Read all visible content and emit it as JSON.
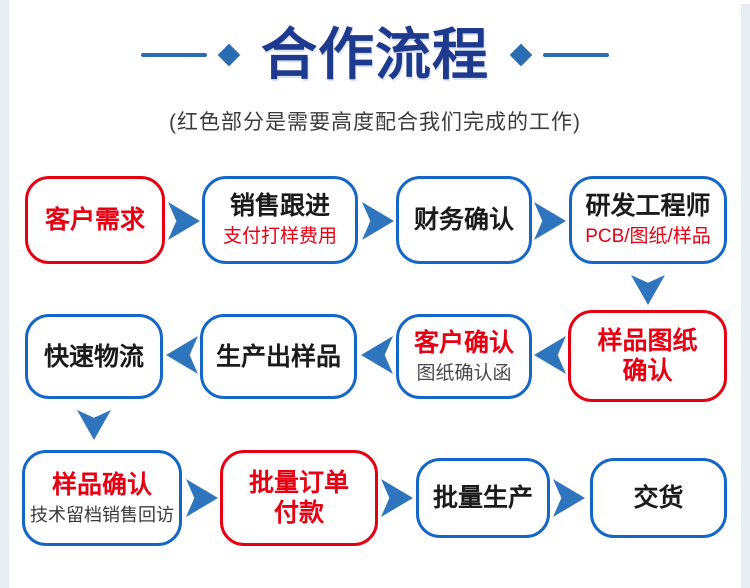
{
  "header": {
    "title": "合作流程",
    "subtitle": "(红色部分是需要高度配合我们完成的工作)"
  },
  "colors": {
    "title_navy": "#1e3a8f",
    "decoration_blue": "#2a6db3",
    "box_border_blue": "#1467c8",
    "accent_red": "#e60012",
    "arrow_blue": "#2e75bd",
    "text_dark": "#1b1b1b",
    "sub_gray": "#4a4a4a",
    "page_edge": "#e8ecf3"
  },
  "flow": {
    "row1": [
      {
        "label": "客户需求",
        "border": "red",
        "label_color": "red"
      },
      {
        "label": "销售跟进",
        "sub": "支付打样费用",
        "border": "blue",
        "label_color": "dark",
        "sub_color": "red"
      },
      {
        "label": "财务确认",
        "border": "blue",
        "label_color": "dark"
      },
      {
        "label": "研发工程师",
        "sub": "PCB/图纸/样品",
        "border": "blue",
        "label_color": "dark",
        "sub_color": "red"
      }
    ],
    "row2": [
      {
        "label": "快速物流",
        "border": "blue",
        "label_color": "dark"
      },
      {
        "label": "生产出样品",
        "border": "blue",
        "label_color": "dark"
      },
      {
        "label": "客户确认",
        "sub": "图纸确认函",
        "border": "blue",
        "label_color": "red",
        "sub_color": "gray"
      },
      {
        "label": "样品图纸\n确认",
        "border": "red",
        "label_color": "red"
      }
    ],
    "row3": [
      {
        "label": "样品确认",
        "sub": "技术留档销售回访",
        "border": "blue",
        "label_color": "red",
        "sub_color": "dark"
      },
      {
        "label": "批量订单\n付款",
        "border": "red",
        "label_color": "red"
      },
      {
        "label": "批量生产",
        "border": "blue",
        "label_color": "dark"
      },
      {
        "label": "交货",
        "border": "blue",
        "label_color": "dark"
      }
    ],
    "row2_direction": "right-to-left",
    "row1_direction": "left-to-right",
    "row3_direction": "left-to-right"
  }
}
